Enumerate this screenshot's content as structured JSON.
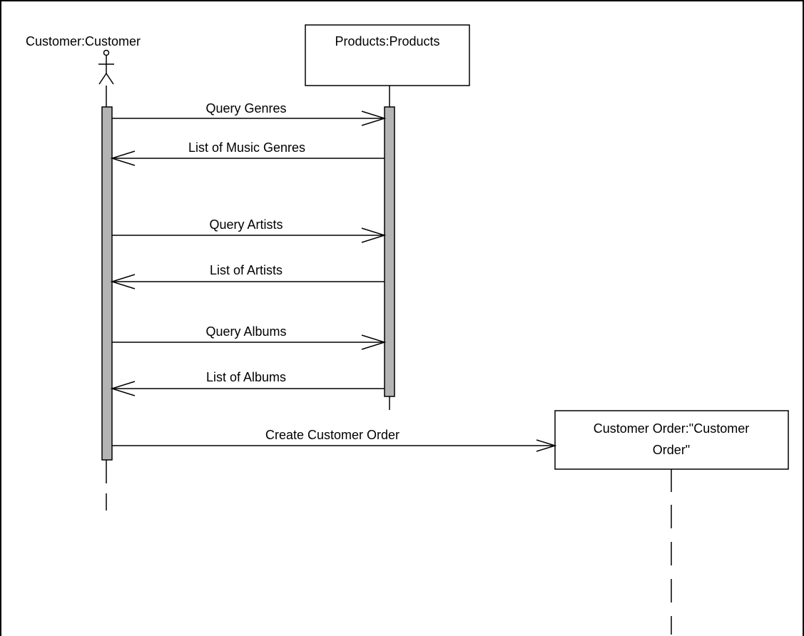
{
  "colors": {
    "background": "#ffffff",
    "line": "#000000",
    "activation_fill": "#b4b4b4"
  },
  "participants": {
    "customer": {
      "label": "Customer:Customer",
      "kind": "actor"
    },
    "products": {
      "label": "Products:Products",
      "kind": "object"
    },
    "order": {
      "label_line1": "Customer Order:\"Customer",
      "label_line2": "Order\"",
      "kind": "object"
    }
  },
  "messages": [
    {
      "label": "Query Genres",
      "from": "customer",
      "to": "products"
    },
    {
      "label": "List of Music Genres",
      "from": "products",
      "to": "customer"
    },
    {
      "label": "Query Artists",
      "from": "customer",
      "to": "products"
    },
    {
      "label": "List of Artists",
      "from": "products",
      "to": "customer"
    },
    {
      "label": "Query Albums",
      "from": "customer",
      "to": "products"
    },
    {
      "label": "List of Albums",
      "from": "products",
      "to": "customer"
    },
    {
      "label": "Create Customer Order",
      "from": "customer",
      "to": "order"
    }
  ]
}
